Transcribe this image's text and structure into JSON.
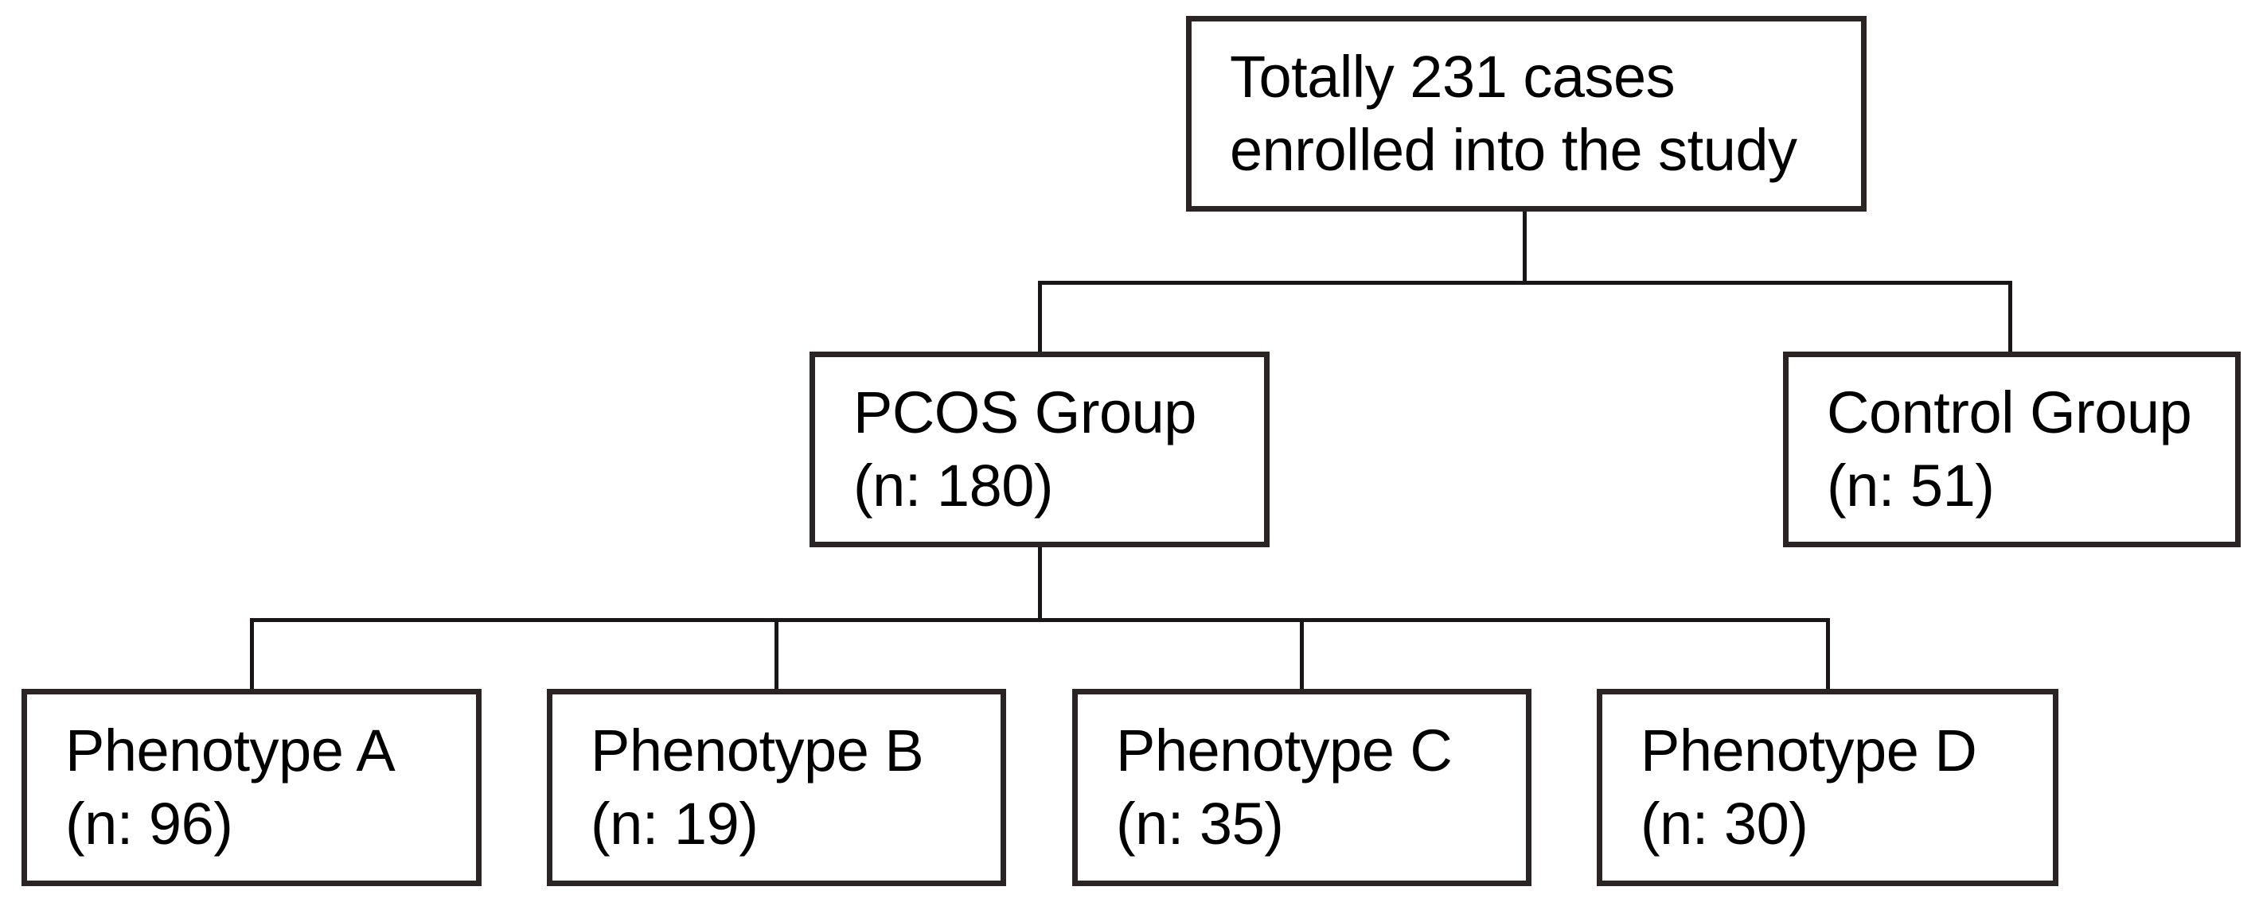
{
  "figure": {
    "type": "flowchart",
    "description": "Study enrollment flow diagram",
    "colors": {
      "background": "#ffffff",
      "box_border": "#2a2425",
      "connector": "#1a1617",
      "text": "#000000"
    },
    "nodes": {
      "root": {
        "line1": "Totally 231 cases",
        "line2": "enrolled into the study",
        "n": 231
      },
      "pcos": {
        "line1": "PCOS Group",
        "line2": "(n: 180)",
        "n": 180
      },
      "control": {
        "line1": "Control Group",
        "line2": "(n: 51)",
        "n": 51
      },
      "phenotype_a": {
        "line1": "Phenotype A",
        "line2": "(n: 96)",
        "n": 96
      },
      "phenotype_b": {
        "line1": "Phenotype B",
        "line2": "(n: 19)",
        "n": 19
      },
      "phenotype_c": {
        "line1": "Phenotype C",
        "line2": "(n: 35)",
        "n": 35
      },
      "phenotype_d": {
        "line1": "Phenotype D",
        "line2": "(n: 30)",
        "n": 30
      }
    },
    "edges": [
      [
        "root",
        "pcos"
      ],
      [
        "root",
        "control"
      ],
      [
        "pcos",
        "phenotype_a"
      ],
      [
        "pcos",
        "phenotype_b"
      ],
      [
        "pcos",
        "phenotype_c"
      ],
      [
        "pcos",
        "phenotype_d"
      ]
    ]
  }
}
